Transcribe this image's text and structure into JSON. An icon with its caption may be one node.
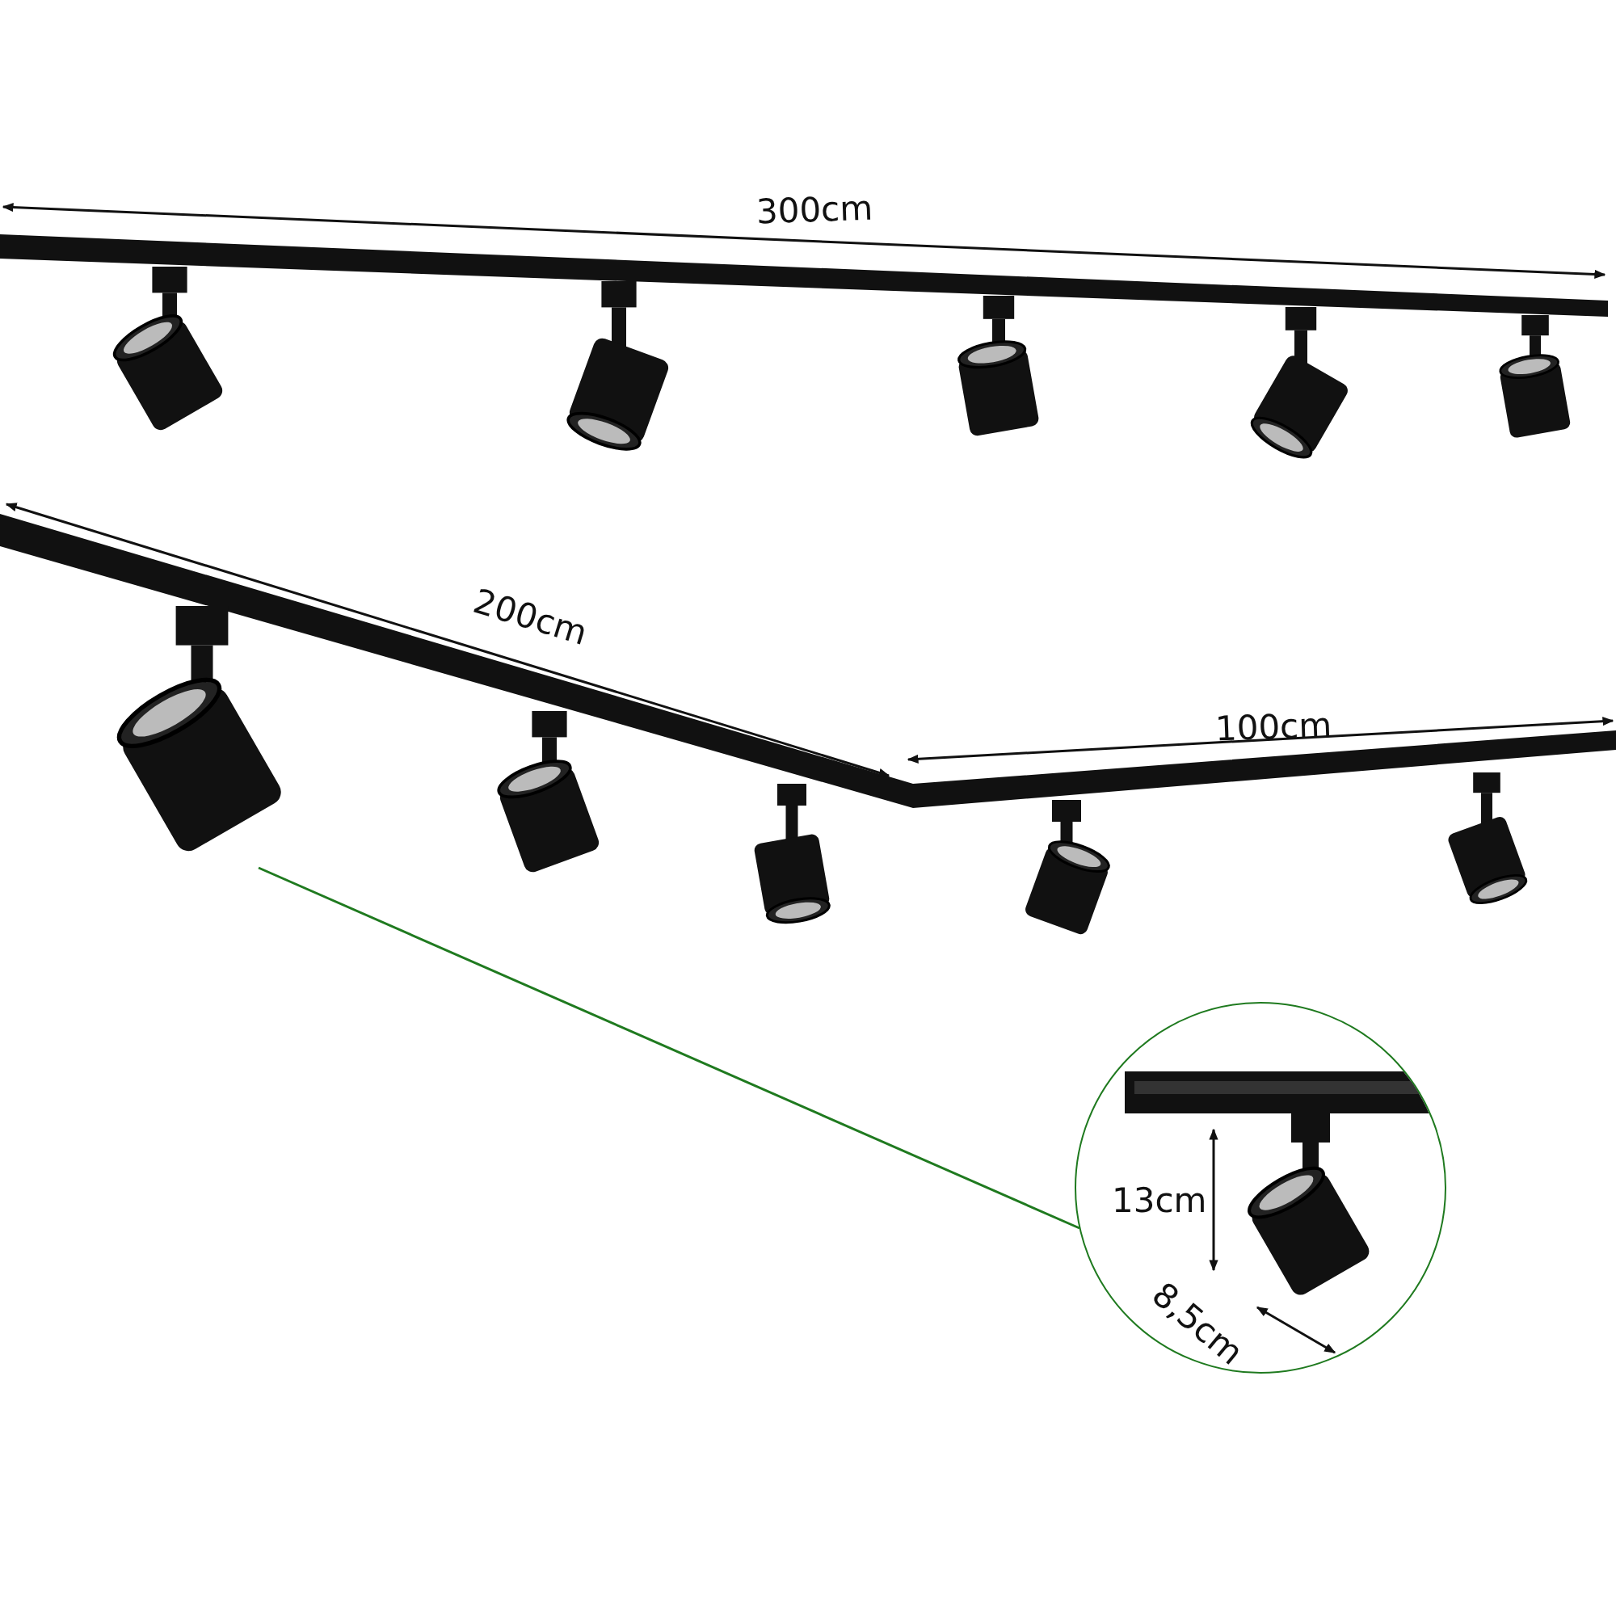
{
  "diagram": {
    "nodes": [
      {
        "text": [],
        "shape": "picture"
      },
      {
        "text": [],
        "shape": "circle"
      }
    ],
    "edges": [
      {
        "from": 0,
        "to": 1,
        "arrow": "none",
        "color": "#1f7a1f"
      }
    ],
    "labels": [
      "300cm",
      "200cm",
      "100cm",
      "13cm",
      "8,5cm"
    ]
  }
}
